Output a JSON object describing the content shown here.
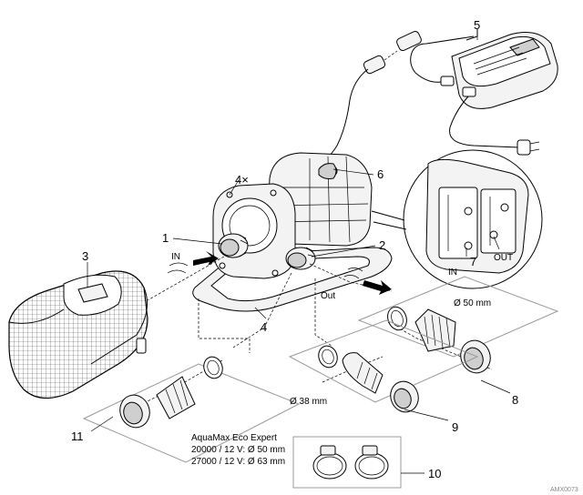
{
  "callouts": {
    "c1": "1",
    "c2": "2",
    "c3": "3",
    "c4": "4",
    "c4x": "4×",
    "c5": "5",
    "c6": "6",
    "c7": "7",
    "c8": "8",
    "c9": "9",
    "c10": "10",
    "c11": "11"
  },
  "labels": {
    "in_flow": "IN",
    "out_flow": "Out",
    "in_port": "IN",
    "out_port": "OUT",
    "d50": "Ø 50 mm",
    "d38": "Ø 38 mm",
    "product_line1": "AquaMax Eco Expert",
    "product_line2": "20000 / 12 V: Ø 50 mm",
    "product_line3": "27000 / 12 V: Ø 63 mm",
    "code": "AMX0073"
  }
}
